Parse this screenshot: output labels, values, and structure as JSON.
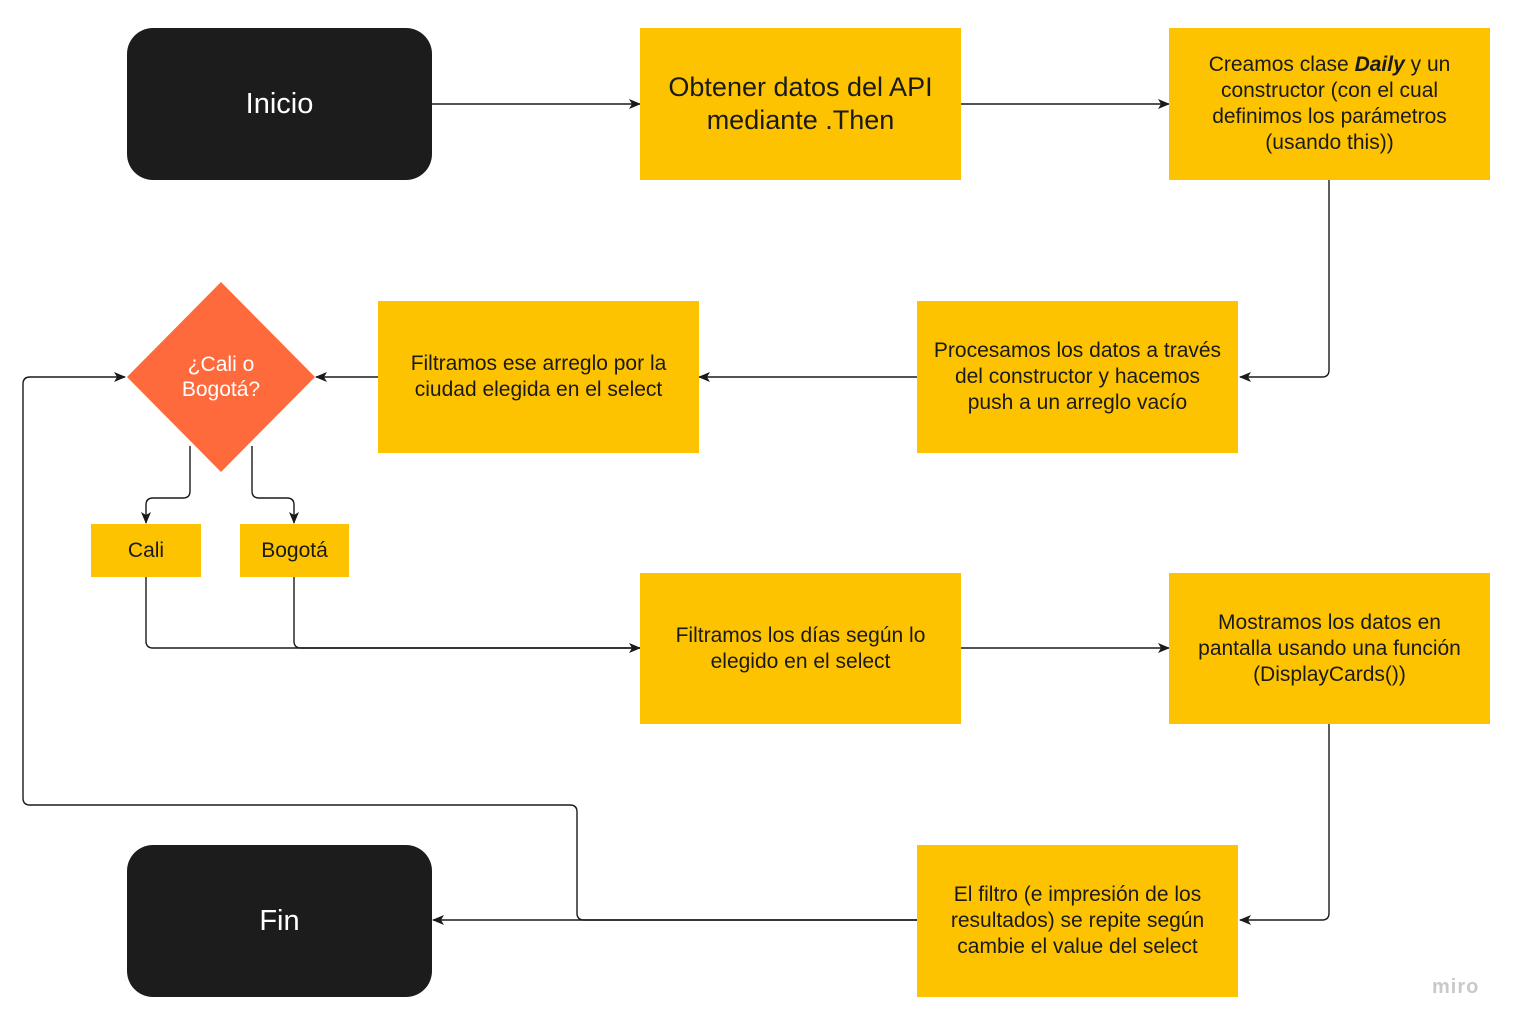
{
  "colors": {
    "terminal": "#1c1c1c",
    "process": "#fdc300",
    "decision": "#ff6a3d",
    "edge": "#1a1a1a"
  },
  "nodes": {
    "inicio": "Inicio",
    "obtener_datos": "Obtener datos del API mediante .Then",
    "creamos_clase": {
      "prefix": "Creamos clase ",
      "emphasis": "Daily",
      "suffix": " y un constructor (con el cual definimos los parámetros (usando this))"
    },
    "procesamos": "Procesamos los datos a través del constructor y hacemos push a un arreglo vacío",
    "filtramos_arreglo": "Filtramos ese arreglo por la ciudad elegida en el select",
    "decision": "¿Cali o Bogotá?",
    "cali": "Cali",
    "bogota": "Bogotá",
    "filtramos_dias": "Filtramos los días según lo elegido en el select",
    "mostramos": "Mostramos los datos en pantalla usando una función (DisplayCards())",
    "el_filtro": "El filtro (e impresión de los resultados) se repite según cambie el value del select",
    "fin": "Fin"
  },
  "watermark": "miro"
}
